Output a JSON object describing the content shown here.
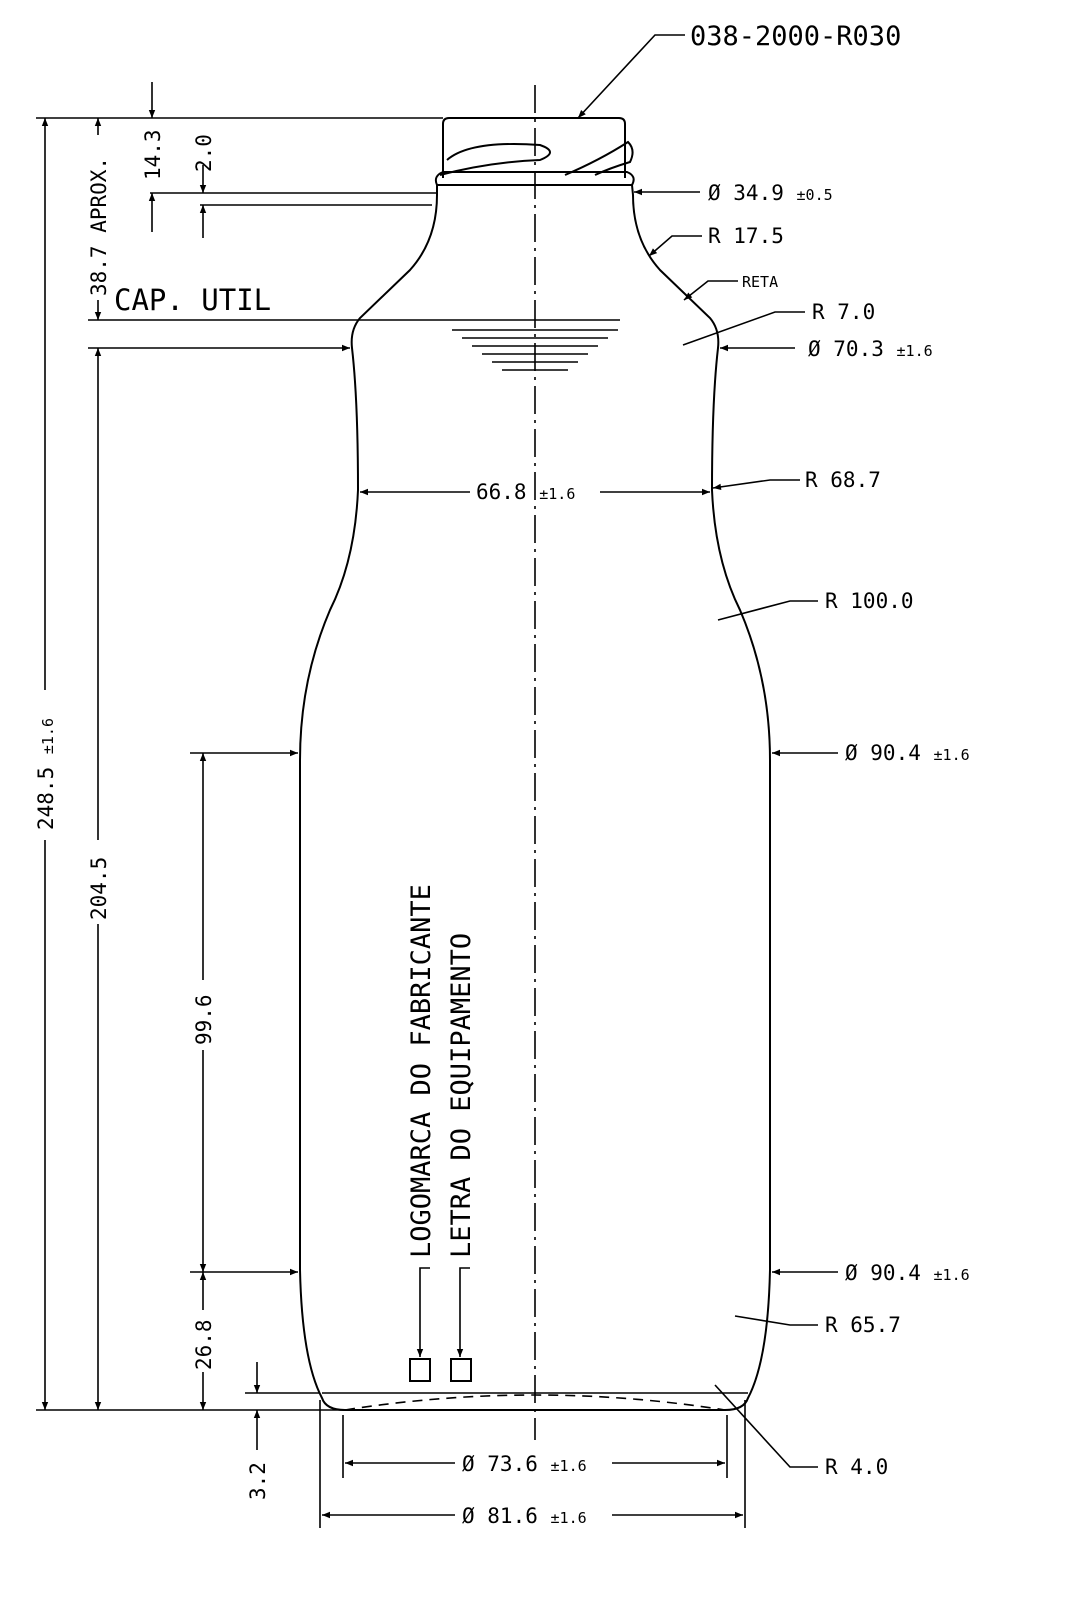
{
  "drawing": {
    "part_number": "038-2000-R030",
    "capacity_label": "CAP. UTIL",
    "vertical_dims": {
      "overall_height": {
        "value": "248.5",
        "tol": "±1.6"
      },
      "body_height": "204.5",
      "fill_height": "38.7 APROX.",
      "finish_height": "14.3",
      "neck_ring": "2.0",
      "label_panel": "99.6",
      "heel_height": "26.8",
      "base_push": "3.2"
    },
    "diameters": {
      "finish": {
        "value": "Ø 34.9",
        "tol": "±0.5"
      },
      "shoulder": {
        "value": "Ø 70.3",
        "tol": "±1.6"
      },
      "waist": {
        "value": "66.8",
        "tol": "±1.6"
      },
      "body_upper": {
        "value": "Ø 90.4",
        "tol": "±1.6"
      },
      "body_lower": {
        "value": "Ø 90.4",
        "tol": "±1.6"
      },
      "base_inner": {
        "value": "Ø 73.6",
        "tol": "±1.6"
      },
      "base_outer": {
        "value": "Ø 81.6",
        "tol": "±1.6"
      }
    },
    "radii": {
      "r1": "R 17.5",
      "straight": "RETA",
      "r2": "R 7.0",
      "r3": "R 68.7",
      "r4": "R 100.0",
      "r5": "R 65.7",
      "r6": "R 4.0"
    },
    "marks": {
      "manufacturer_logo": "LOGOMARCA DO FABRICANTE",
      "equipment_letter": "LETRA DO EQUIPAMENTO"
    }
  }
}
